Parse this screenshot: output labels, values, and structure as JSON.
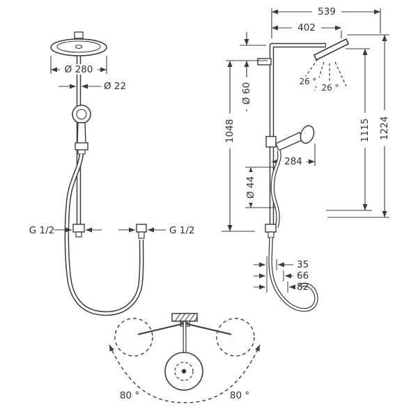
{
  "drawing": {
    "background": "#ffffff",
    "line_color": "#3a3a3a",
    "front_view": {
      "head_diameter_label": "Ø 280",
      "pipe_diameter_label": "Ø 22",
      "inlet_connection_label": "G 1/2",
      "hose_connection_label": "G 1/2"
    },
    "side_view": {
      "overall_depth_label": "539",
      "arm_depth_label": "402",
      "head_offset_label": "Ø 60",
      "pipe_length_label": "1048",
      "handshower_depth_label": "284",
      "hose_arc_label": "Ø 44",
      "height_to_head_label": "1115",
      "overall_height_label": "1224",
      "spray_angle_left_label": "26 °",
      "spray_angle_right_label": "26 °",
      "offset_35_label": "35",
      "offset_66_label": "66",
      "offset_82_label": "82"
    },
    "top_view": {
      "swivel_left_label": "80 °",
      "swivel_right_label": "80 °"
    }
  }
}
